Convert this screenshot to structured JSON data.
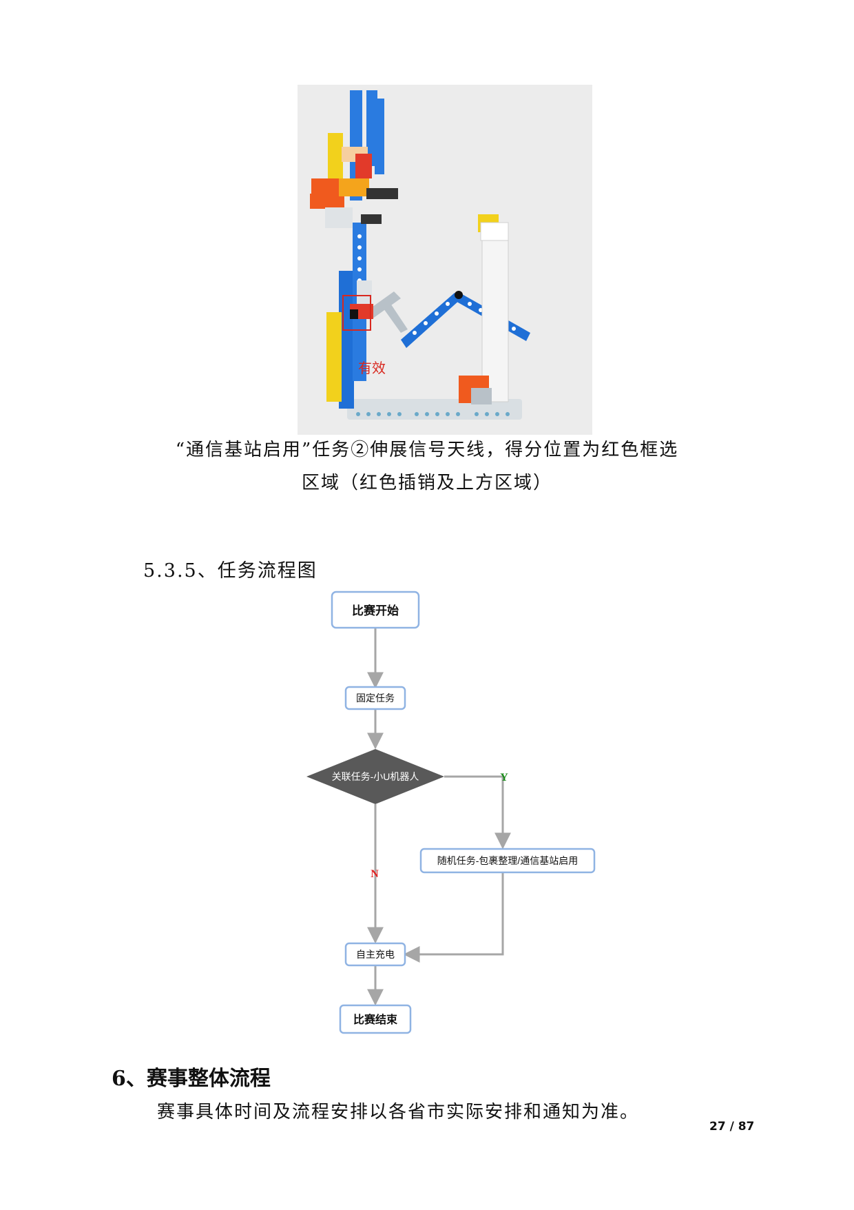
{
  "photo": {
    "label": "有效",
    "accent_red": "#d8281f",
    "beam_blue": "#1f6fd6"
  },
  "caption": {
    "line1": "“通信基站启用”任务②伸展信号天线，得分位置为红色框选",
    "line2": "区域（红色插销及上方区域）"
  },
  "subsection_title": "5.3.5、任务流程图",
  "flowchart": {
    "start": "比赛开始",
    "fixed_task": "固定任务",
    "decision": "关联任务-小U机器人",
    "yes_label": "Y",
    "no_label": "N",
    "random_task": "随机任务-包裹整理/通信基站启用",
    "charge": "自主充电",
    "end": "比赛结束",
    "box_border": "#8fb3e3",
    "arrow_color": "#a6a6a6",
    "decision_fill": "#595959",
    "yes_color": "#1a8a1a",
    "no_color": "#e02020"
  },
  "section_title": "6、赛事整体流程",
  "paragraph": "赛事具体时间及流程安排以各省市实际安排和通知为准。",
  "page_number": "27 / 87"
}
